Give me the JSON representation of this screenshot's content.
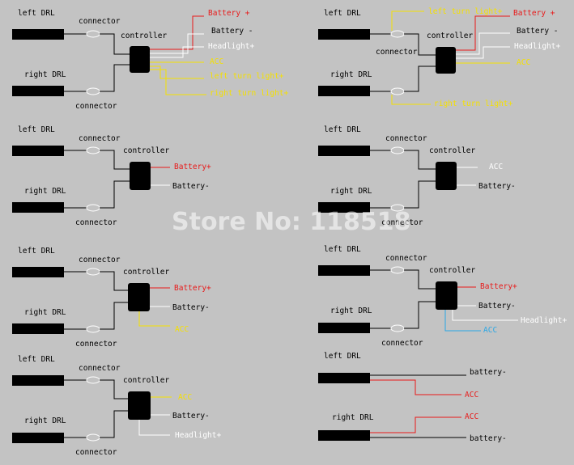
{
  "colors": {
    "background": "#c3c3c3",
    "black": "#000000",
    "red": "#e81a1a",
    "yellow": "#f5e000",
    "white": "#ffffff",
    "blue": "#2aa7e6"
  },
  "watermark": "Store No: 118518",
  "diagrams": [
    {
      "id": "d1",
      "left_drl": "left DRL",
      "right_drl": "right DRL",
      "connector_top": "connector",
      "connector_bottom": "connector",
      "controller": "controller",
      "outputs": [
        "Battery +",
        "Battery -",
        "Headlight+",
        "ACC",
        "left turn light+",
        "right turn light+"
      ]
    },
    {
      "id": "d2",
      "left_drl": "left DRL",
      "right_drl": "right DRL",
      "connector_mid": "connector",
      "controller": "controller",
      "outputs": [
        "left turn light+",
        "Battery +",
        "Battery -",
        "Headlight+",
        "ACC",
        "right turn light+"
      ]
    },
    {
      "id": "d3",
      "left_drl": "left DRL",
      "right_drl": "right DRL",
      "connector_top": "connector",
      "connector_bottom": "connector",
      "controller": "controller",
      "outputs": [
        "Battery+",
        "Battery-"
      ]
    },
    {
      "id": "d4",
      "left_drl": "left DRL",
      "right_drl": "right DRL",
      "connector_top": "connector",
      "connector_bottom": "connector",
      "controller": "controller",
      "outputs": [
        "ACC",
        "Battery-"
      ]
    },
    {
      "id": "d5",
      "left_drl": "left DRL",
      "right_drl": "right DRL",
      "connector_top": "connector",
      "connector_bottom": "connector",
      "controller": "controller",
      "outputs": [
        "Battery+",
        "Battery-",
        "ACC"
      ]
    },
    {
      "id": "d6",
      "left_drl": "left DRL",
      "right_drl": "right DRL",
      "connector_top": "connector",
      "connector_bottom": "connector",
      "controller": "controller",
      "outputs": [
        "Battery+",
        "Battery-",
        "Headlight+",
        "ACC"
      ]
    },
    {
      "id": "d7",
      "left_drl": "left DRL",
      "right_drl": "right DRL",
      "connector_top": "connector",
      "connector_bottom": "connector",
      "controller": "controller",
      "outputs": [
        "ACC",
        "Battery-",
        "Headlight+"
      ]
    },
    {
      "id": "d8",
      "left_drl": "left DRL",
      "right_drl": "right DRL",
      "outputs": [
        "battery-",
        "ACC",
        "ACC",
        "battery-"
      ]
    }
  ]
}
